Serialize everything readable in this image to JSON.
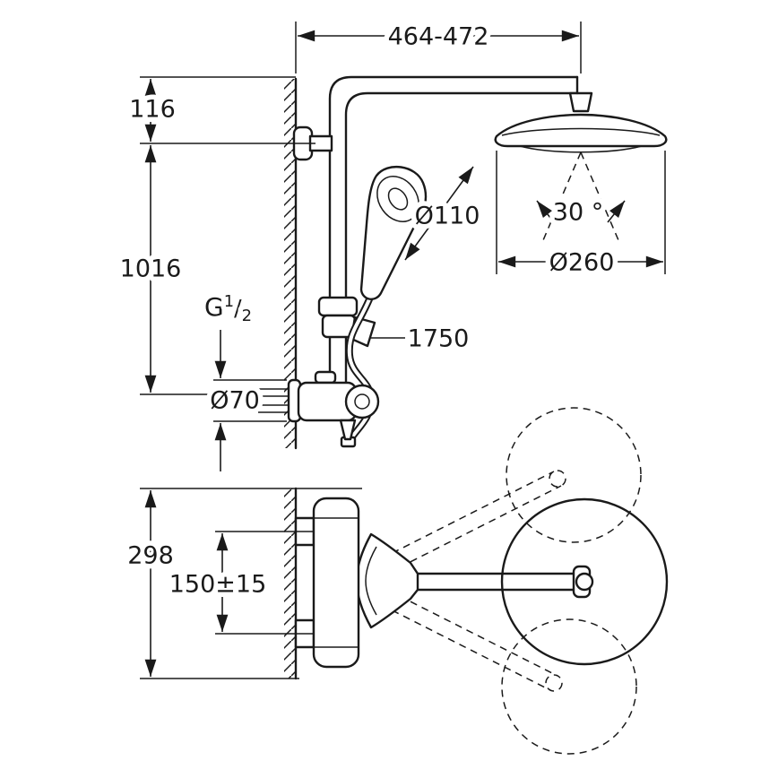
{
  "diagram": {
    "kind": "technical dimension drawing",
    "subject": "wall-mounted thermostatic shower system with head shower, hand shower and swivel arm",
    "background": "#ffffff",
    "line_color": "#1a1a1a",
    "views": [
      "front elevation",
      "plan view with swivel range"
    ]
  },
  "dimensions": {
    "arm_projection": "464-472",
    "top_offset": "116",
    "pipe_height": "1016",
    "thread": {
      "prefix": "G",
      "numerator": "1",
      "slash": "/",
      "denominator": "2"
    },
    "escutcheon_diameter": "Ø70",
    "hand_shower_diameter": "Ø110",
    "swivel_angle": "30 °",
    "head_shower_diameter": "Ø260",
    "hose_length": "1750",
    "body_height": "298",
    "connection_spacing": "150±15"
  }
}
